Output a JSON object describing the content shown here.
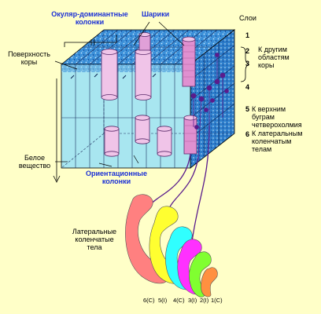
{
  "labels": {
    "ocular_columns": [
      "Окуляр-доминантные",
      "колонки"
    ],
    "spheres": "Шарики",
    "layers": "Слои",
    "cortex_surface": [
      "Поверхность",
      "коры"
    ],
    "white_matter": [
      "Белое",
      "вещество"
    ],
    "orientation_columns": [
      "Ориентационные",
      "колонки"
    ],
    "lgn": [
      "Латеральные",
      "коленчатые",
      "тела"
    ],
    "to_other_areas": [
      "К другим",
      "областям",
      "коры"
    ],
    "to_superior_colliculi": [
      "К верхним",
      "буграм",
      "четверохолмия"
    ],
    "to_lgn": [
      "К латеральным",
      "коленчатым",
      "телам"
    ]
  },
  "layer_numbers": [
    "1",
    "2",
    "3",
    "4",
    "5",
    "6"
  ],
  "lgn_layers": [
    "6(C)",
    "5(I)",
    "4(C)",
    "3(I)",
    "2(I)",
    "1(C)"
  ],
  "colors": {
    "background": "#ffffc8",
    "block_front": "#a8e6f0",
    "block_texture": "#1e5fb8",
    "cylinder": "#f0c4e8",
    "neuron": "#5a1c8c",
    "label_blue": "#1a2fd6",
    "lgn_layer_colors": [
      "#ff8080",
      "#ffff30",
      "#30ffff",
      "#ff30ff",
      "#80ff30",
      "#ff9040"
    ]
  }
}
